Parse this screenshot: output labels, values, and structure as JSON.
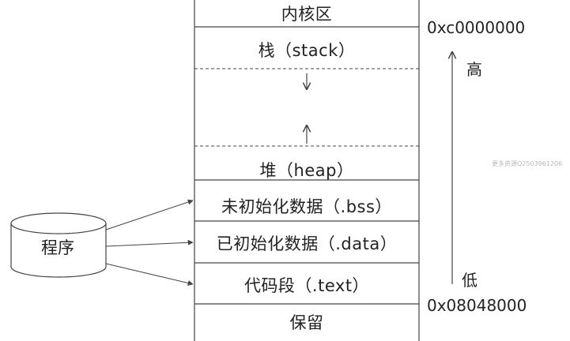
{
  "memory_layout": {
    "segments": [
      {
        "label": "内核区"
      },
      {
        "label": "栈（stack）"
      },
      {
        "label": "堆（heap）"
      },
      {
        "label": "未初始化数据（.bss）"
      },
      {
        "label": "已初始化数据（.data）"
      },
      {
        "label": "代码段（.text）"
      },
      {
        "label": "保留"
      }
    ],
    "top_address": "0xc0000000",
    "bottom_address": "0x08048000",
    "direction_high": "高",
    "direction_low": "低"
  },
  "program": {
    "label": "程序"
  },
  "watermark": "更多资源Q2503961206",
  "colors": {
    "line": "#444444",
    "text": "#222222",
    "watermark": "#b8b8b8"
  }
}
